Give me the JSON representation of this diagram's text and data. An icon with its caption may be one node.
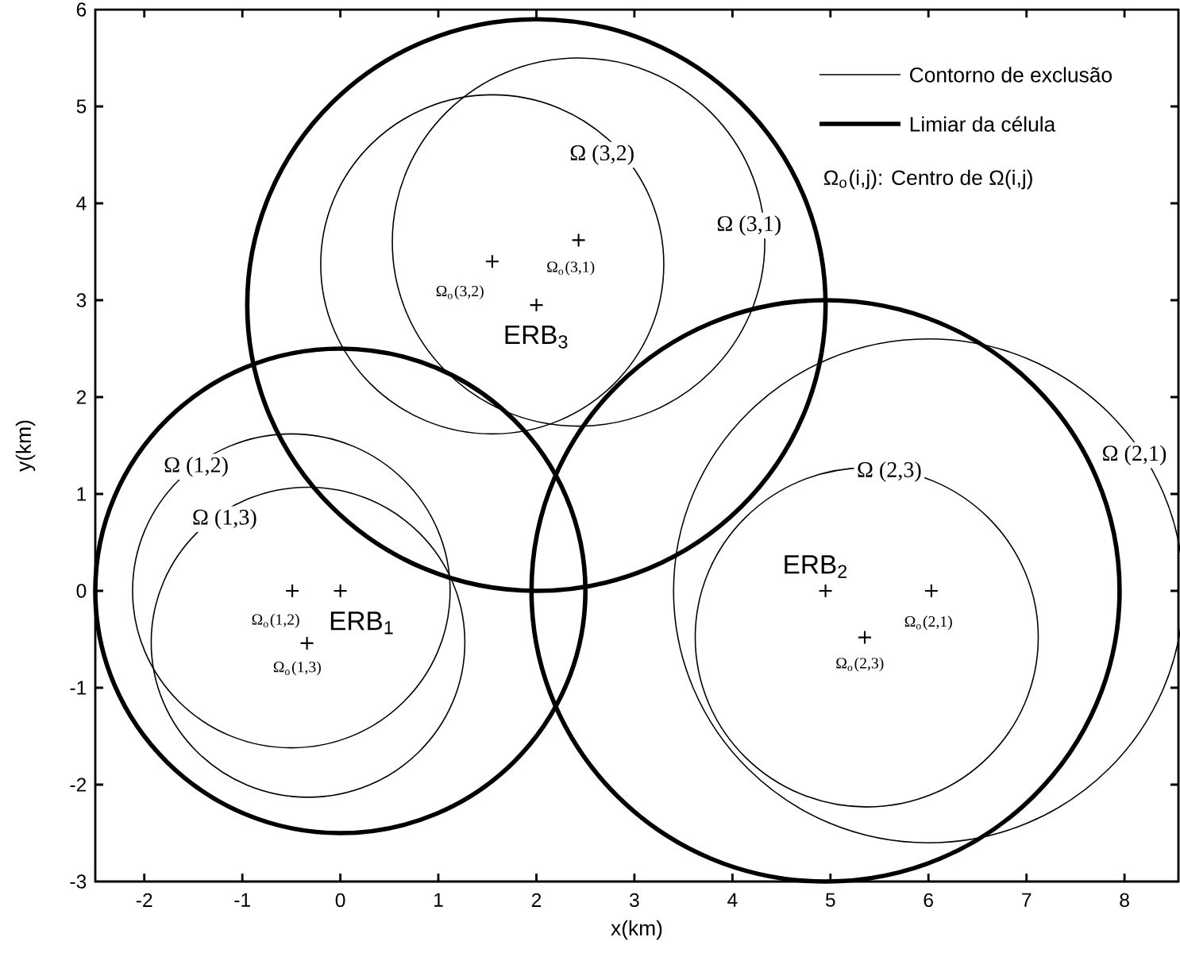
{
  "diagram": {
    "nodes": [
      {
        "text": [],
        "shape": "circle"
      },
      {
        "text": [
          "Ω (3,2)"
        ],
        "in": 0
      },
      {
        "text": [
          "Ω (3,1)"
        ],
        "in": 0
      },
      {
        "text": [],
        "shape": "circle"
      },
      {
        "text": [],
        "shape": "circle"
      },
      {
        "text": [
          "Ω (1,2)"
        ],
        "in": 3
      },
      {
        "text": [
          "Ω (1,3)"
        ],
        "in": 3
      },
      {
        "text": [
          "Ω (2,3)"
        ],
        "in": 8
      },
      {
        "text": [
          "Ω (2,1)"
        ]
      }
    ],
    "labels": [
      "Ω$_{o}$(3,1)",
      "Ω$_{o}$(3,2)",
      "ERB$_{3}$",
      "ERB$_{2}$",
      "Ω$_{o}$(1,2)",
      "ERB$_{1}$",
      "Ω$_{o}$(2,1)",
      "Ω$_{o}$(1,3)",
      "Ω$_{o}$(2,3)",
      "6",
      "5",
      "4",
      "3",
      "2",
      "1",
      "0",
      "-1",
      "-2",
      "-3",
      "-2",
      "-1",
      "0",
      "1",
      "2",
      "3",
      "4",
      "5",
      "6",
      "7",
      "8",
      "x(km)",
      "y(km)"
    ],
    "legend": [
      {
        "text": "Contorno de exclusão"
      },
      {
        "text": "Limiar da célula"
      },
      {
        "text": "Ω$_{o}$(i,j): Centro de Ω(i,j)"
      }
    ]
  }
}
